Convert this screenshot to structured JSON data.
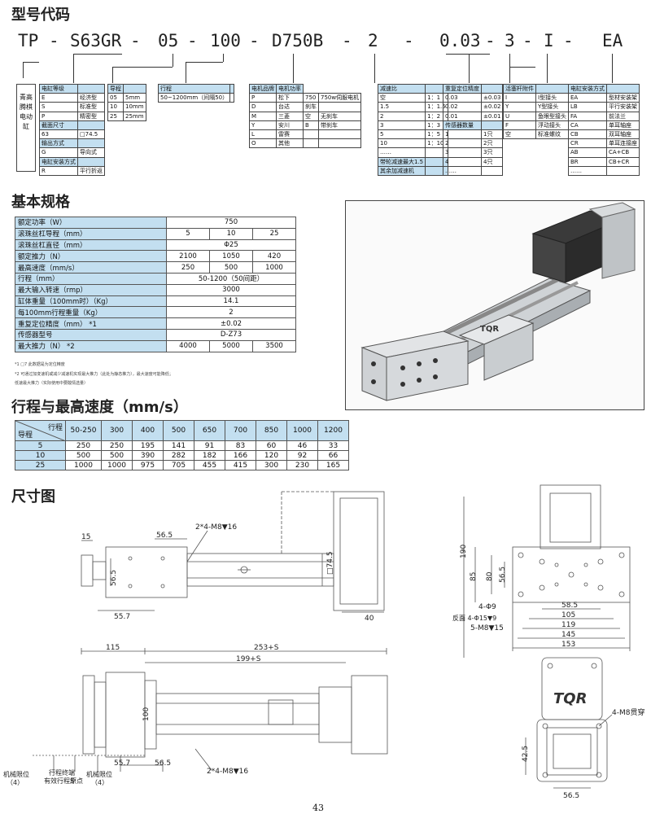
{
  "sections": {
    "model_code": "型号代码",
    "basic_spec": "基本规格",
    "stroke_speed": "行程与最高速度（mm/s）",
    "dimensions": "尺寸图"
  },
  "model_code_parts": [
    "TP",
    "-",
    "S63GR",
    "-",
    "05",
    "-",
    "100",
    "-",
    "D750B",
    "-",
    "2",
    "-",
    "0.03",
    "-",
    "3",
    "-",
    "I",
    "-",
    "EA"
  ],
  "side_label": "青高腾棋电动缸",
  "option_groups": [
    {
      "rows": [
        [
          "电缸等级",
          ""
        ],
        [
          "E",
          "经济型"
        ],
        [
          "S",
          "标准型"
        ],
        [
          "P",
          "精密型"
        ],
        [
          "截面尺寸",
          ""
        ],
        [
          "63",
          "□74.5"
        ],
        [
          "输出方式",
          ""
        ],
        [
          "G",
          "导向式"
        ],
        [
          "电缸安装方式",
          ""
        ],
        [
          "R",
          "平行折返"
        ]
      ]
    },
    {
      "rows": [
        [
          "导程",
          ""
        ],
        [
          "05",
          "5mm"
        ],
        [
          "10",
          "10mm"
        ],
        [
          "25",
          "25mm"
        ]
      ]
    },
    {
      "rows": [
        [
          "行程",
          ""
        ],
        [
          "50~1200mm（间隔50）",
          ""
        ]
      ]
    },
    {
      "rows": [
        [
          "电机品牌",
          "电机功率"
        ],
        [
          "P",
          "松下",
          "750",
          "750w伺服电机"
        ],
        [
          "D",
          "台达",
          "刹车",
          ""
        ],
        [
          "M",
          "三菱",
          "空",
          "无刹车"
        ],
        [
          "Y",
          "安川",
          "B",
          "带刹车"
        ],
        [
          "L",
          "雷赛",
          "",
          ""
        ],
        [
          "O",
          "其他",
          "",
          ""
        ]
      ]
    },
    {
      "rows": [
        [
          "减速比",
          ""
        ],
        [
          "空",
          "1：1"
        ],
        [
          "1.5",
          "1：1.5"
        ],
        [
          "2",
          "1：2"
        ],
        [
          "3",
          "1：3"
        ],
        [
          "5",
          "1：5"
        ],
        [
          "10",
          "1：10"
        ],
        [
          "……",
          ""
        ],
        [
          "带轮减速最大1.5",
          ""
        ],
        [
          "其余加减速机",
          ""
        ]
      ]
    },
    {
      "rows": [
        [
          "重复定位精度",
          ""
        ],
        [
          "0.03",
          "±0.03"
        ],
        [
          "0.02",
          "±0.02"
        ],
        [
          "0.01",
          "±0.01"
        ],
        [
          "传感器数量",
          ""
        ],
        [
          "1",
          "1只"
        ],
        [
          "2",
          "2只"
        ],
        [
          "3",
          "3只"
        ],
        [
          "4",
          "4只"
        ],
        [
          "……",
          ""
        ]
      ]
    },
    {
      "rows": [
        [
          "活塞杆附件",
          ""
        ],
        [
          "I",
          "I型接头"
        ],
        [
          "Y",
          "Y型接头"
        ],
        [
          "U",
          "鱼眼型接头"
        ],
        [
          "F",
          "浮动接头"
        ],
        [
          "空",
          "标准螺纹"
        ]
      ]
    },
    {
      "rows": [
        [
          "电缸安装方式",
          ""
        ],
        [
          "EA",
          "型材安装架"
        ],
        [
          "LB",
          "平行安装架"
        ],
        [
          "FA",
          "前法兰"
        ],
        [
          "CA",
          "单耳轴座"
        ],
        [
          "CB",
          "双耳轴座"
        ],
        [
          "CR",
          "单耳连接座"
        ],
        [
          "AB",
          "CA+CB"
        ],
        [
          "BR",
          "CB+CR"
        ],
        [
          "……",
          ""
        ]
      ]
    }
  ],
  "spec_rows": [
    {
      "label": "额定功率（W）",
      "vals": [
        "750"
      ]
    },
    {
      "label": "滚珠丝杠导程（mm）",
      "vals": [
        "5",
        "10",
        "25"
      ]
    },
    {
      "label": "滚珠丝杠直径（mm）",
      "vals": [
        "Φ25"
      ]
    },
    {
      "label": "额定推力（N）",
      "vals": [
        "2100",
        "1050",
        "420"
      ]
    },
    {
      "label": "最高速度（mm/s）",
      "vals": [
        "250",
        "500",
        "1000"
      ]
    },
    {
      "label": "行程（mm）",
      "vals": [
        "50-1200（50间距）"
      ]
    },
    {
      "label": "最大输入转速（rmp）",
      "vals": [
        "3000"
      ]
    },
    {
      "label": "缸体重量（100mm时）（Kg）",
      "vals": [
        "14.1"
      ]
    },
    {
      "label": "每100mm行程重量（Kg）",
      "vals": [
        "2"
      ]
    },
    {
      "label": "重复定位精度（mm） *1",
      "vals": [
        "±0.02"
      ]
    },
    {
      "label": "传感器型号",
      "vals": [
        "D-Z73"
      ]
    },
    {
      "label": "最大推力（N） *2",
      "vals": [
        "4000",
        "5000",
        "3500"
      ]
    }
  ],
  "notes": [
    "*1 □7 此数据是为定位精度",
    "*2 可通过加变速机或减少减速机实现最大推力（此处为静态推力），最大速度可能降低；",
    "低速最大推力（实际使用中要酸情选量）"
  ],
  "speed_table": {
    "corner_top": "行程",
    "corner_bottom": "导程",
    "strokes": [
      "50-250",
      "300",
      "400",
      "500",
      "650",
      "700",
      "850",
      "1000",
      "1200"
    ],
    "rows": [
      {
        "lead": "5",
        "vals": [
          "250",
          "250",
          "195",
          "141",
          "91",
          "83",
          "60",
          "46",
          "33"
        ]
      },
      {
        "lead": "10",
        "vals": [
          "500",
          "500",
          "390",
          "282",
          "182",
          "166",
          "120",
          "92",
          "66"
        ]
      },
      {
        "lead": "25",
        "vals": [
          "1000",
          "1000",
          "975",
          "705",
          "455",
          "415",
          "300",
          "230",
          "165"
        ]
      }
    ]
  },
  "dims": {
    "d15": "15",
    "d56_5a": "56.5",
    "d56_5b": "56.5",
    "d56_5c": "56.5",
    "d56_5d": "56.5",
    "d56_5e": "56.5",
    "d55_7a": "55.7",
    "d55_7b": "55.7",
    "d74_5": "□74.5",
    "d40": "40",
    "d115": "115",
    "d253s": "253+S",
    "d199s": "199+S",
    "d100": "100",
    "d100b": "100",
    "m8_16a": "2*4-M8▼16",
    "m8_16b": "2*4-M8▼16",
    "d190": "190",
    "d85": "85",
    "d80": "80",
    "d58_5": "58.5",
    "d105": "105",
    "d119": "119",
    "d145": "145",
    "d153": "153",
    "phi9": "4-Φ9",
    "phi15": "反面 4-Φ15▼9",
    "m8_15": "5-M8▼15",
    "m8_through": "4-M8贯穿",
    "d42_5": "42.5",
    "mech_limit_l": "机械限位",
    "mech_limit_l_val": "（4）",
    "stroke_end": "行程终端",
    "eff_stroke": "有效行程S",
    "origin": "原点",
    "mech_limit_r": "机械限位",
    "mech_limit_r_val": "（4）",
    "logo": "TQR"
  },
  "page_number": "43"
}
